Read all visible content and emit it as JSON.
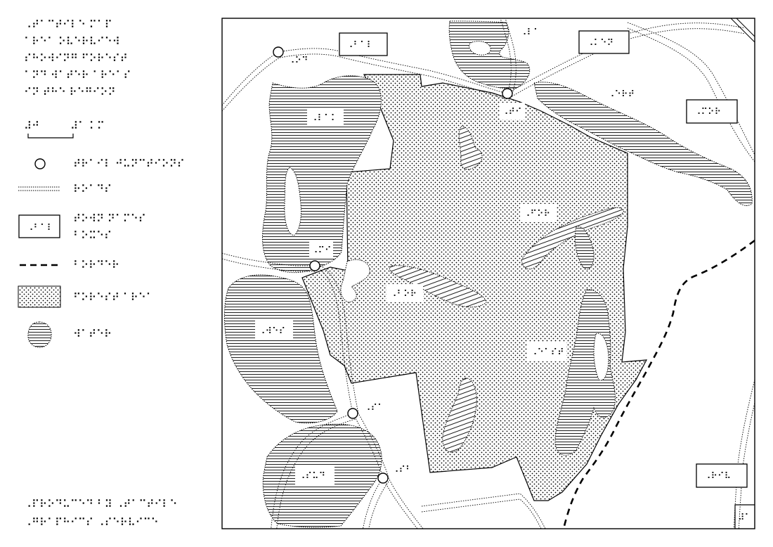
{
  "map": {
    "type": "tactile-braille-map",
    "colors": {
      "ink": "#000000",
      "paper": "#ffffff"
    }
  },
  "legend": {
    "title_lines": [
      "⠠⠞⠁⠉⠞⠊⠇⠑ ⠍⠁⠏",
      "⠁⠗⠑⠁ ⠕⠧⠑⠗⠧⠊⠑⠺",
      "⠎⠓⠕⠺⠊⠝⠛ ⠋⠕⠗⠑⠎⠞",
      "⠁⠝⠙ ⠺⠁⠞⠑⠗ ⠁⠗⠑⠁⠎",
      "⠊⠝ ⠞⠓⠑ ⠗⠑⠛⠊⠕⠝"
    ],
    "scale": {
      "text": "⠼⠁ ⠅⠍",
      "bar_label": "⠼⠚"
    },
    "items": [
      {
        "symbol": "circle",
        "label": "⠞⠗⠁⠊⠇ ⠚⠥⠝⠉⠞⠊⠕⠝⠎"
      },
      {
        "symbol": "dotted-road",
        "label": "⠗⠕⠁⠙⠎"
      },
      {
        "symbol": "label-box",
        "label": "⠞⠕⠺⠝ ⠝⠁⠍⠑⠎",
        "label2": "⠃⠕⠭⠑⠎"
      },
      {
        "symbol": "dashed-line",
        "label": "⠃⠕⠗⠙⠑⠗"
      },
      {
        "symbol": "stipple",
        "label": "⠋⠕⠗⠑⠎⠞ ⠁⠗⠑⠁"
      },
      {
        "symbol": "hatched-blob",
        "label": "⠺⠁⠞⠑⠗"
      }
    ],
    "footer_lines": [
      "⠠⠏⠗⠕⠙⠥⠉⠑⠙ ⠃⠽ ⠠⠞⠁⠉⠞⠊⠇⠑",
      "⠠⠛⠗⠁⠏⠓⠊⠉⠎ ⠠⠎⠑⠗⠧⠊⠉⠑"
    ]
  },
  "labels": {
    "n_left": "⠠⠕⠙",
    "n_top": "⠠⠇⠁",
    "box_top": "⠠⠃⠁⠇",
    "box_topright": "⠠⠅⠑⠝",
    "box_right": "⠠⠍⠕⠗",
    "east_village": "⠠⠑⠗⠞",
    "junction_top": "⠠⠞⠊",
    "lake_left": "⠠⠇⠁⠅",
    "forest_mid": "⠠⠋⠕⠗",
    "forest_center": "⠠⠃⠕⠗",
    "lake_west": "⠠⠺⠑⠎",
    "forest_east": "⠠⠑⠁⠎⠞",
    "lake_south": "⠠⠎⠥⠙",
    "junction_mid": "⠠⠍⠊",
    "junction_s1": "⠠⠎⠁",
    "junction_s2": "⠠⠎⠃",
    "box_bottomright": "⠠⠗⠊⠧",
    "corner_br": "⠼⠁"
  }
}
